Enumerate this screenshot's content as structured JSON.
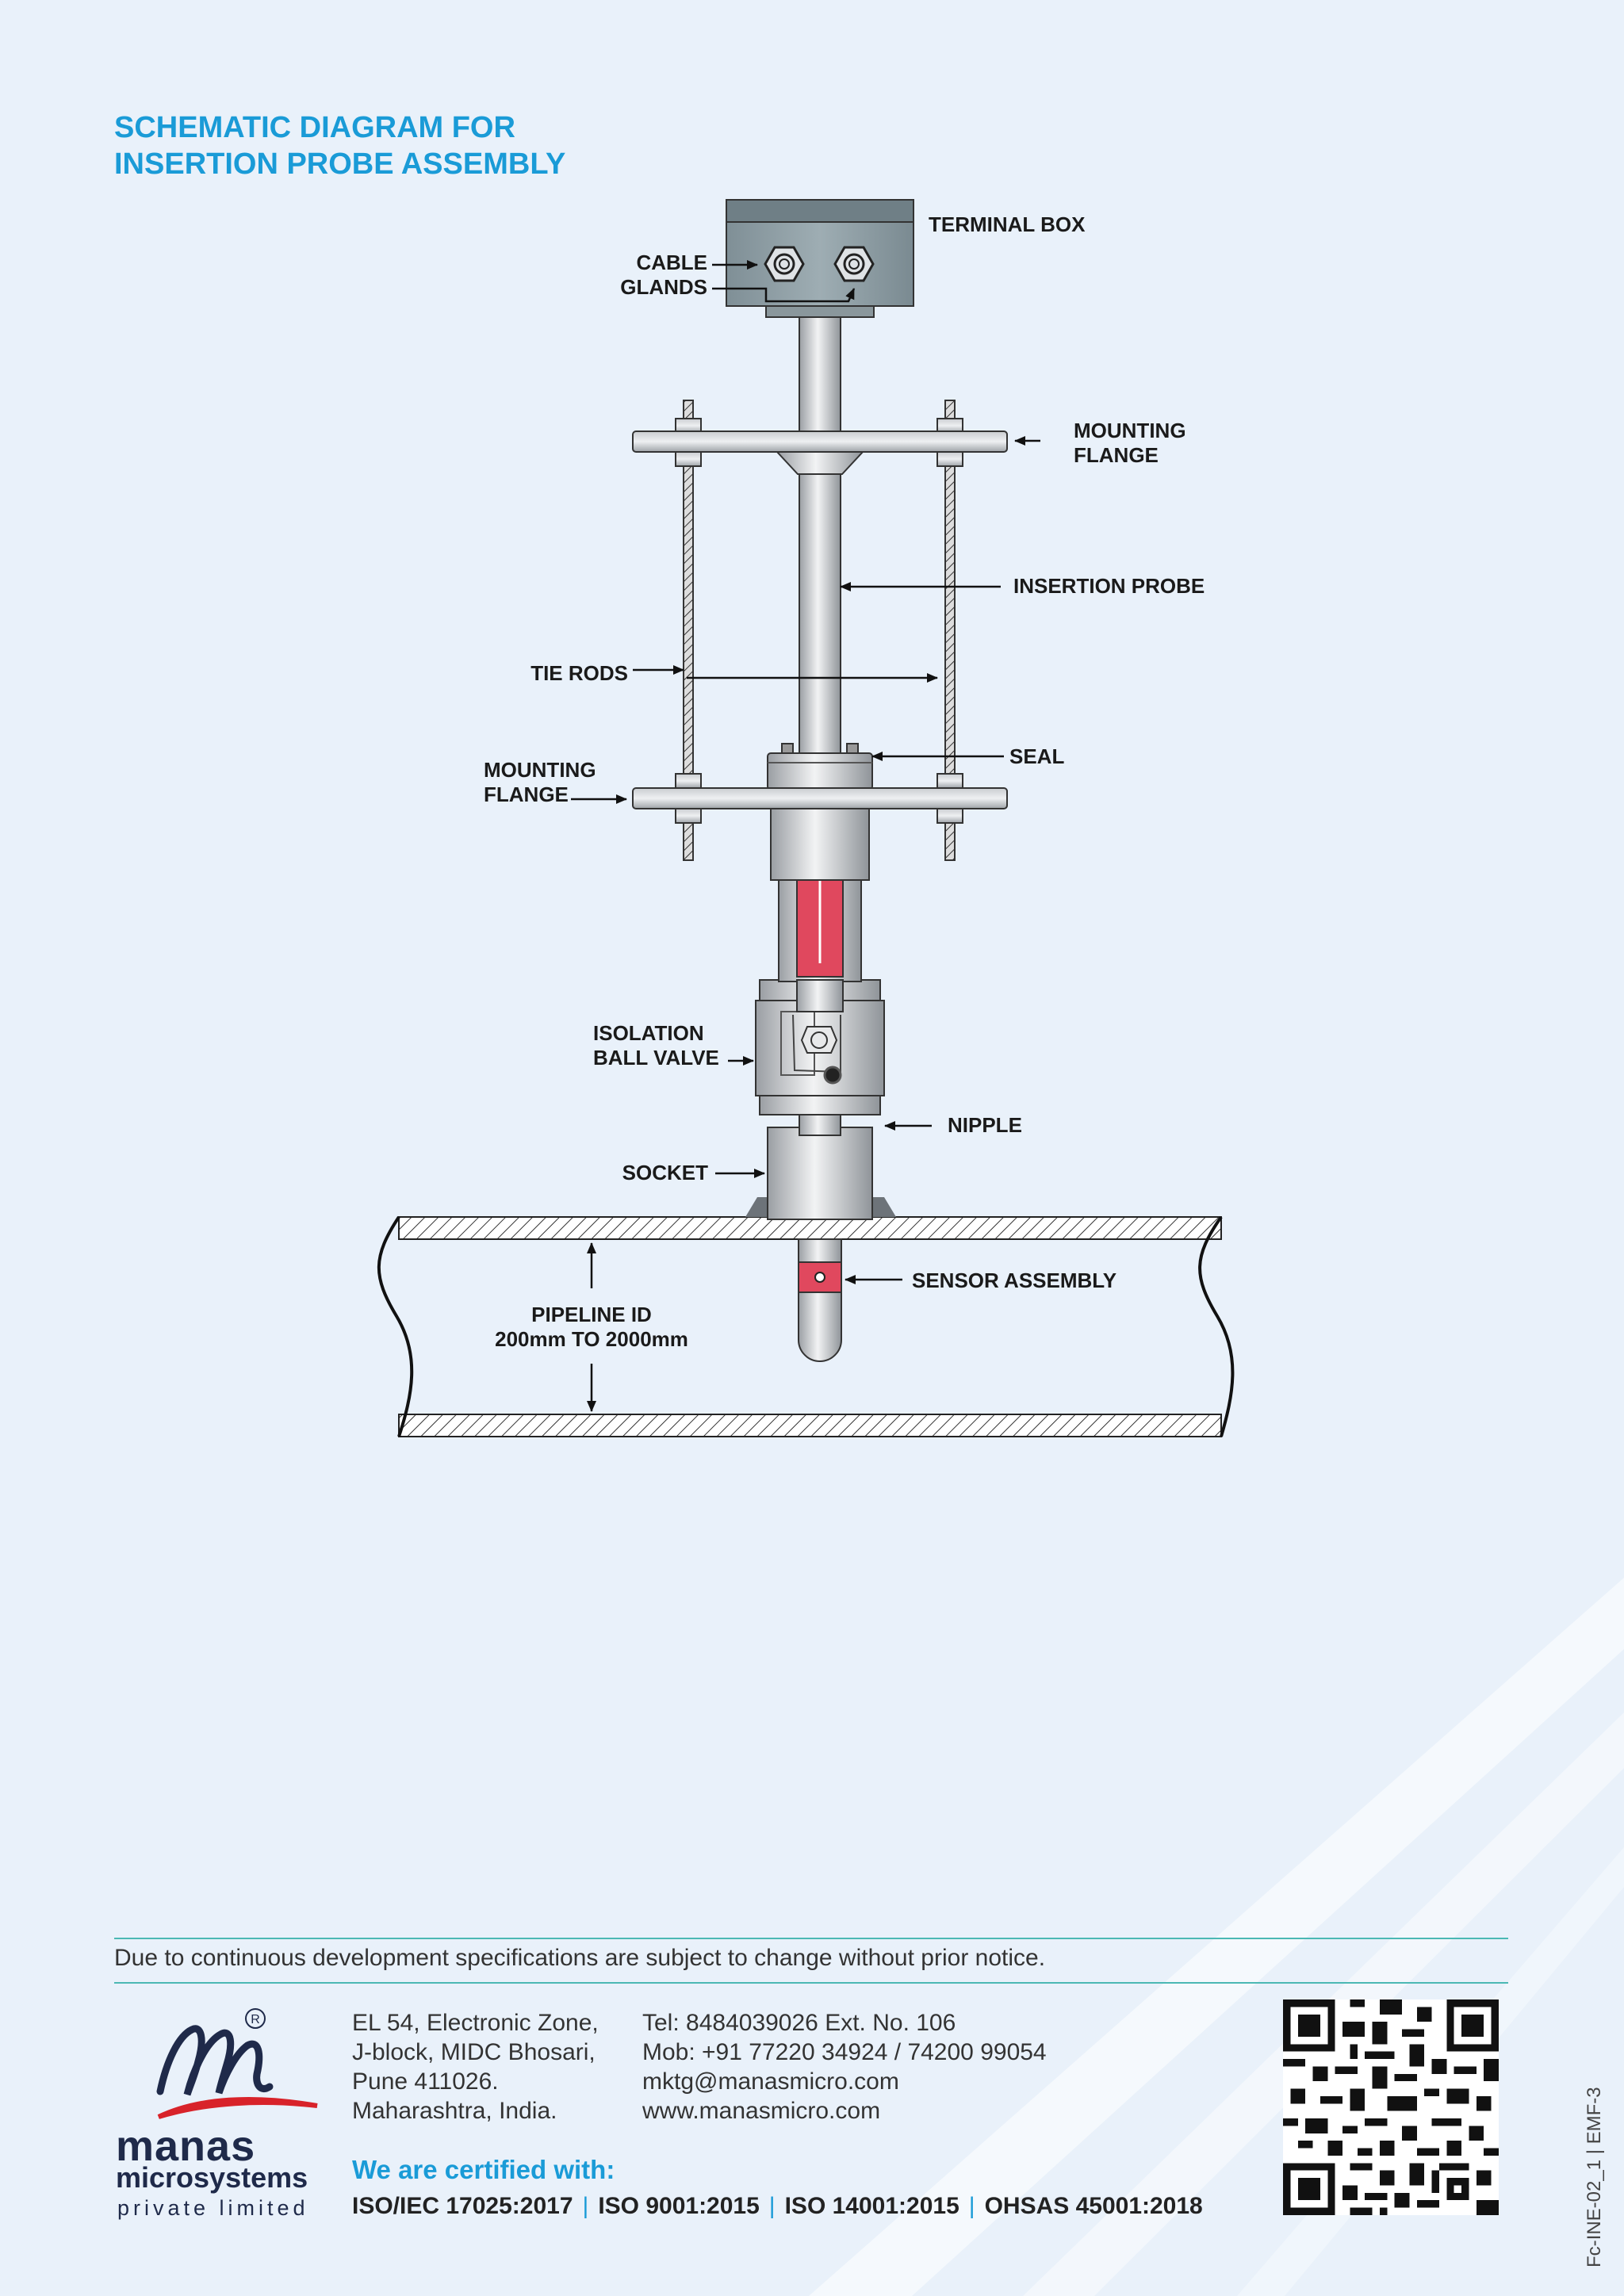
{
  "title": {
    "line1": "SCHEMATIC DIAGRAM FOR",
    "line2": "INSERTION PROBE ASSEMBLY"
  },
  "labels": {
    "terminal_box": "TERMINAL BOX",
    "cable_glands_1": "CABLE",
    "cable_glands_2": "GLANDS",
    "mounting_flange_top_1": "MOUNTING",
    "mounting_flange_top_2": "FLANGE",
    "insertion_probe": "INSERTION PROBE",
    "tie_rods": "TIE RODS",
    "seal": "SEAL",
    "mounting_flange_bottom_1": "MOUNTING",
    "mounting_flange_bottom_2": "FLANGE",
    "isolation_ball_valve_1": "ISOLATION",
    "isolation_ball_valve_2": "BALL VALVE",
    "nipple": "NIPPLE",
    "socket": "SOCKET",
    "sensor_assembly": "SENSOR ASSEMBLY",
    "pipeline_id_1": "PIPELINE ID",
    "pipeline_id_2": "200mm TO 2000mm"
  },
  "footer": {
    "disclaimer": "Due to continuous development specifications are subject to change without prior notice.",
    "brand_name": "manas",
    "brand_sub": "microsystems",
    "brand_tag": "private limited",
    "address": [
      "EL 54, Electronic Zone,",
      "J-block, MIDC Bhosari,",
      "Pune 411026.",
      "Maharashtra, India."
    ],
    "contact": [
      "Tel: 8484039026  Ext. No. 106",
      "Mob:  +91 77220 34924 / 74200 99054",
      "mktg@manasmicro.com",
      "www.manasmicro.com"
    ],
    "certified_heading": "We are certified with:",
    "certifications": [
      "ISO/IEC 17025:2017",
      "ISO 9001:2015",
      "ISO 14001:2015",
      "OHSAS 45001:2018"
    ],
    "doc_code": "Fc-INE-02_1   |   EMF-3"
  },
  "colors": {
    "accent_blue": "#1a9bd7",
    "valve_red": "#e0485e",
    "teal_rule": "#4bb8b4",
    "background": "#e9f1fa"
  },
  "icons": {
    "logo": "manas-m-logo",
    "qr": "qr-code"
  }
}
